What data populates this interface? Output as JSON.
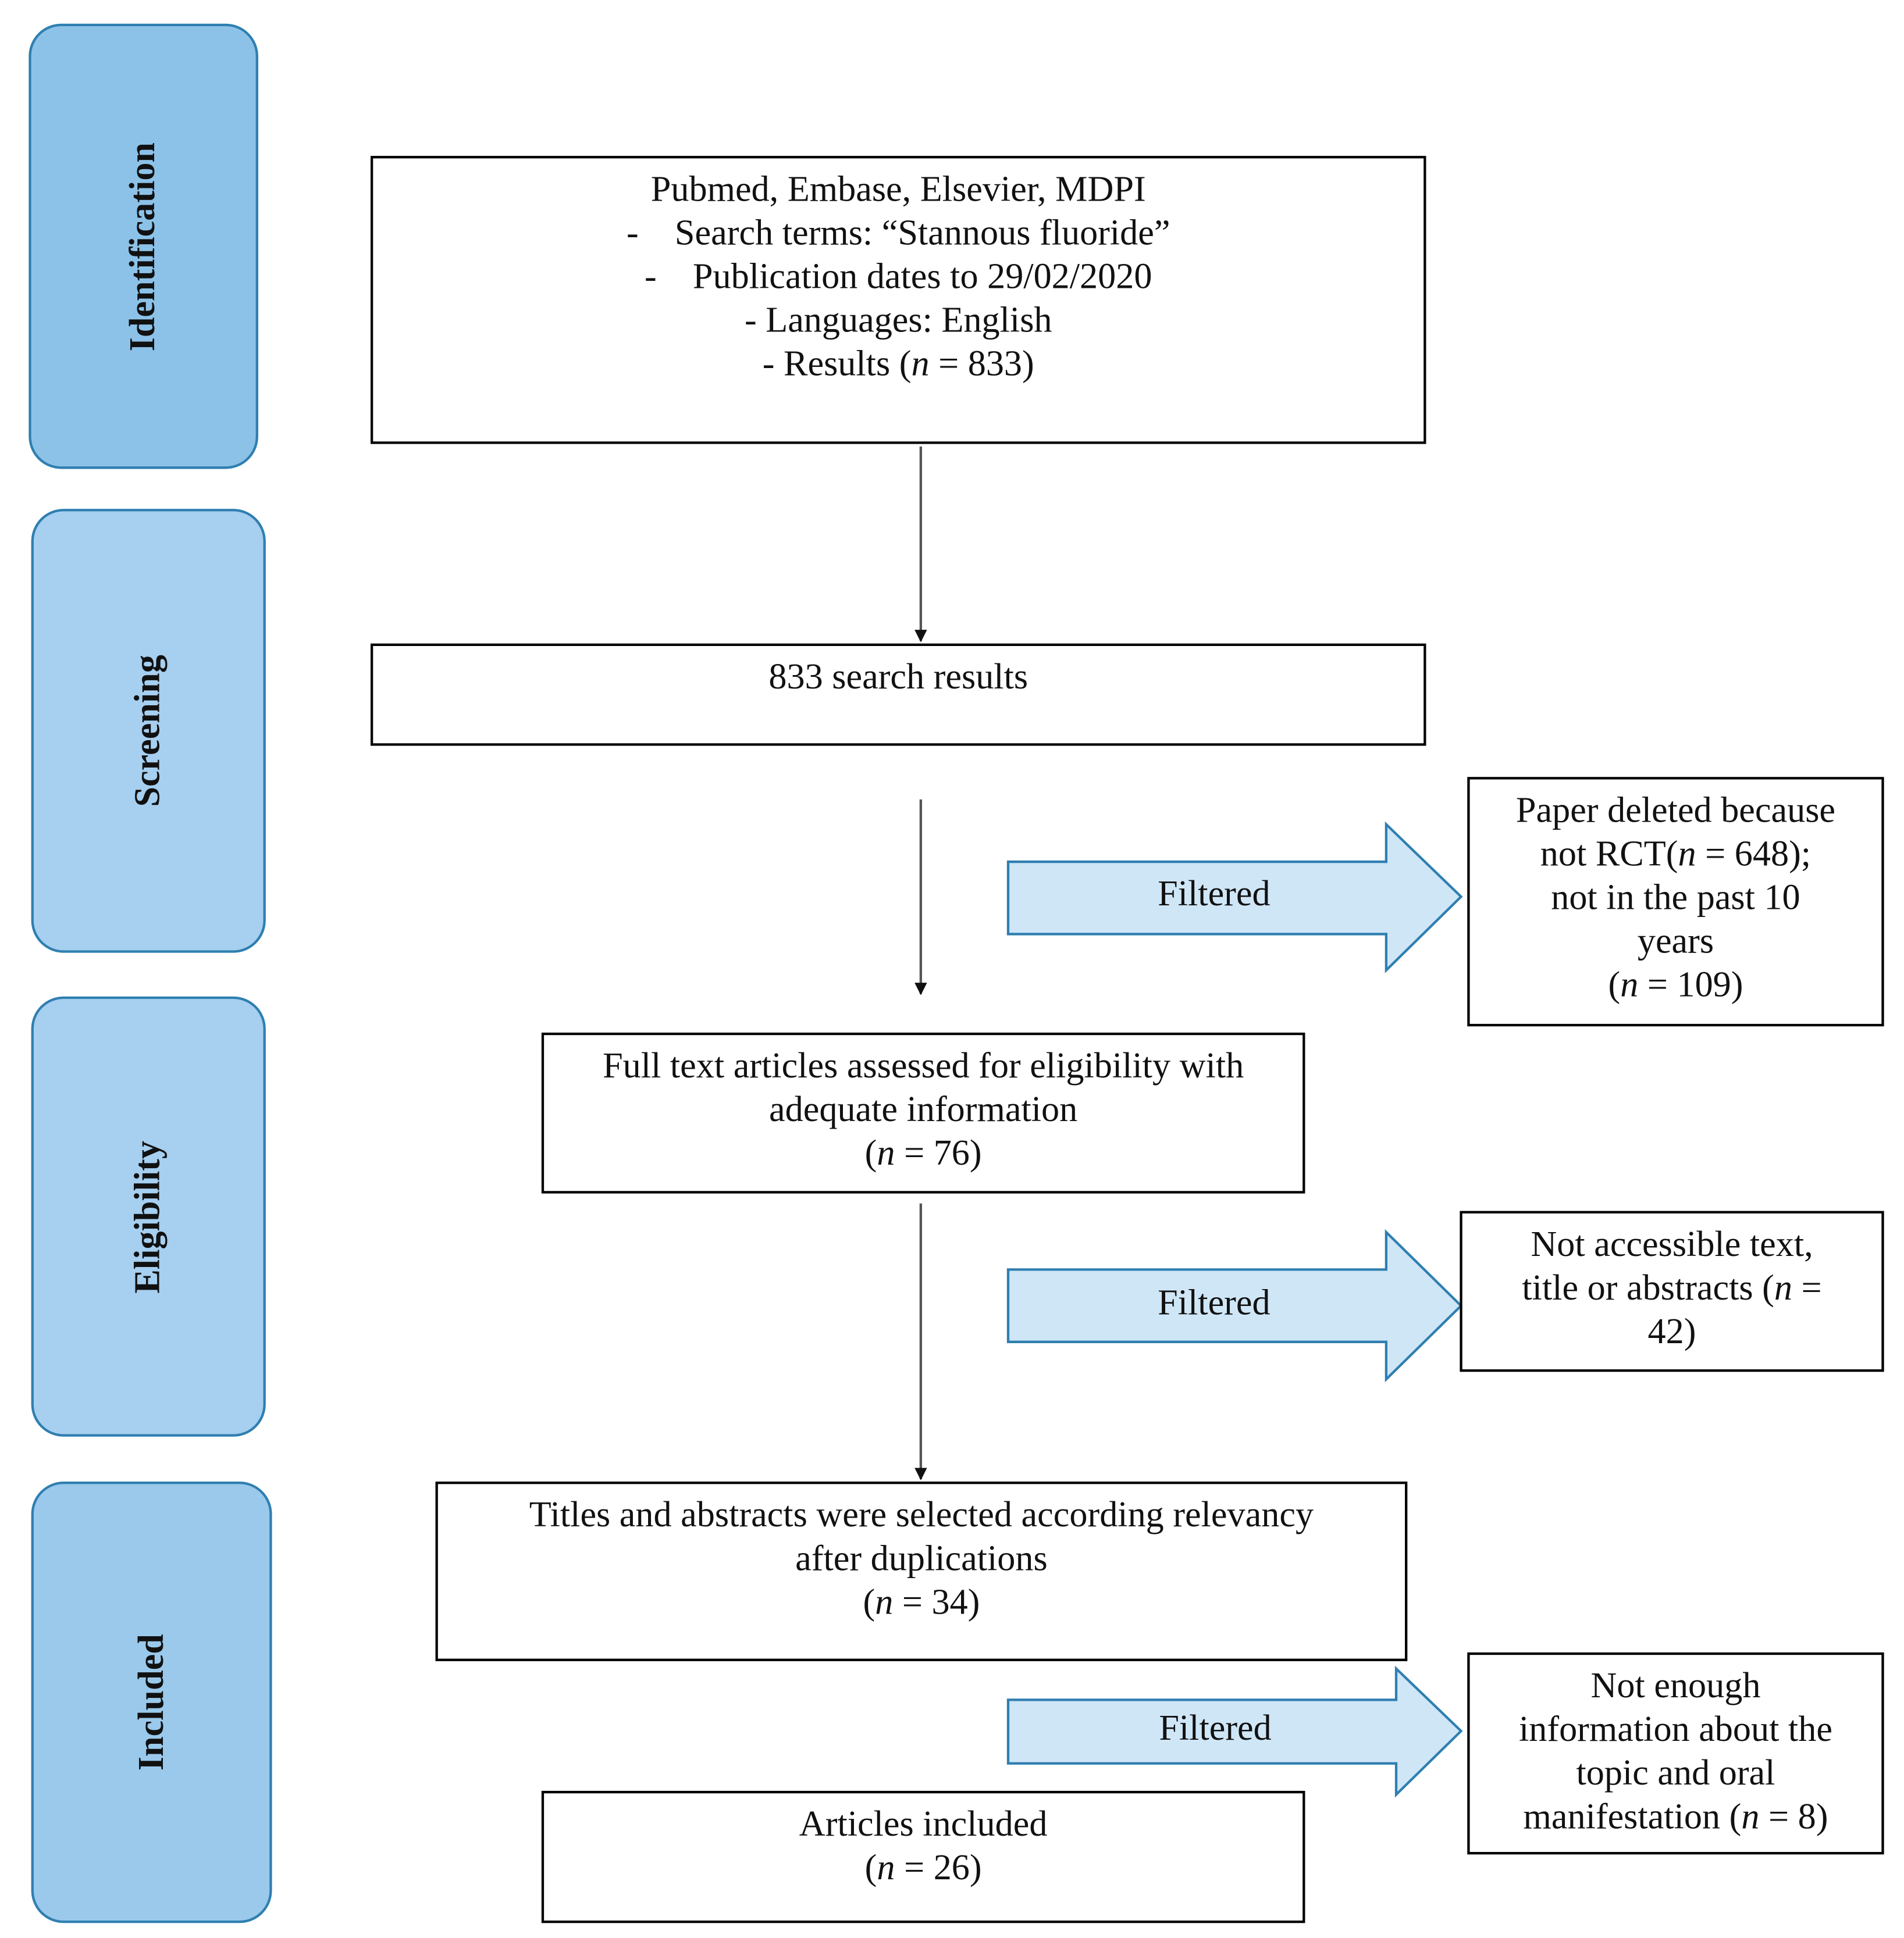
{
  "stages": {
    "identification": "Identification",
    "screening": "Screening",
    "eligibility": "Eligibility",
    "included": "Included"
  },
  "boxes": {
    "sources": {
      "title": "Pubmed, Embase, Elsevier, MDPI",
      "search_terms": "-    Search terms: “Stannous fluoride”",
      "pub_dates": "-    Publication dates to 29/02/2020",
      "languages": "- Languages: English",
      "results_prefix": "- Results (",
      "results_n": "n",
      "results_suffix": " = 833)"
    },
    "search_results": {
      "text": "833 search results"
    },
    "full_text": {
      "line1": "Full text articles assessed for eligibility with",
      "line2": "adequate information",
      "count_prefix": "(",
      "count_n": "n",
      "count_suffix": " = 76)"
    },
    "titles_abstracts": {
      "line1": "Titles and abstracts were selected according relevancy",
      "line2": "after duplications",
      "count_prefix": "(",
      "count_n": "n",
      "count_suffix": " = 34)"
    },
    "included": {
      "line1": "Articles included",
      "count_prefix": "(",
      "count_n": "n",
      "count_suffix": " = 26)"
    },
    "excluded_rct": {
      "line1": "Paper deleted because",
      "line2_prefix": "not RCT(",
      "line2_n": "n",
      "line2_suffix": " = 648);",
      "line3": "not in the past 10",
      "line4": "years",
      "line5_prefix": "(",
      "line5_n": "n",
      "line5_suffix": " = 109)"
    },
    "excluded_access": {
      "line1": "Not accessible text,",
      "line2_prefix": "title or abstracts (",
      "line2_n": "n",
      "line2_suffix": " =",
      "line3": "42)"
    },
    "excluded_info": {
      "line1": "Not enough",
      "line2": "information about the",
      "line3": "topic and oral",
      "line4_prefix": "manifestation (",
      "line4_n": "n",
      "line4_suffix": " = 8)"
    }
  },
  "arrows": {
    "filter1_label": "Filtered",
    "filter2_label": "Filtered",
    "filter3_label": "Filtered"
  },
  "colors": {
    "stage_identification": "#8cc2e8",
    "stage_screening": "#a6cff0",
    "stage_eligibility": "#a6cff0",
    "stage_included": "#9ac9ec",
    "stage_border": "#2f7fb0",
    "filter_fill": "#cfe6f7",
    "filter_stroke": "#2f7fb0"
  }
}
